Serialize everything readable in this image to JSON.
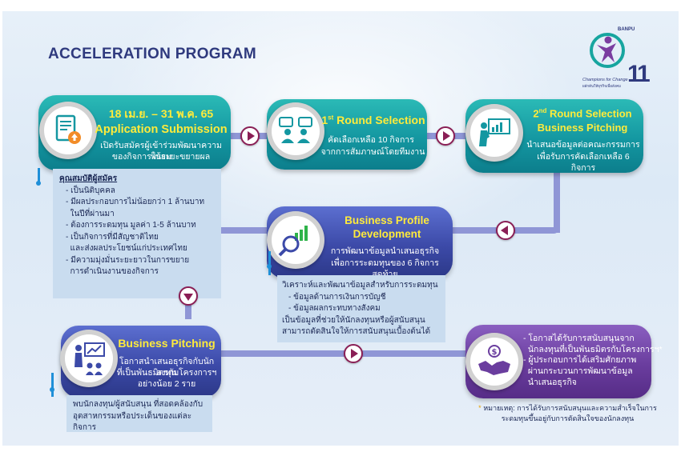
{
  "header": {
    "title": "ACCELERATION PROGRAM"
  },
  "logo": {
    "brand": "BANPU",
    "tagline": "Champions for Change",
    "tagline_th": "ผลักดันให้ธุรกิจเพื่อสังคม",
    "edition": "11"
  },
  "application": {
    "date": "18 เม.ย. – 31 พ.ค. 65",
    "title": "Application Submission",
    "desc_1": "เปิดรับสมัครผู้เข้าร่วมพัฒนาความพร้อม",
    "desc_2": "ของกิจการในระยะขยายผล",
    "icon": "document-upload-icon"
  },
  "qualifications": {
    "heading": "คุณสมบัติผู้สมัคร",
    "items": [
      "- เป็นนิติบุคคล",
      "- มีผลประกอบการไม่น้อยกว่า 1 ล้านบาท",
      "  ในปีที่ผ่านมา",
      "- ต้องการระดมทุน มูลค่า 1-5 ล้านบาท",
      "- เป็นกิจการที่มีสัญชาติไทย",
      "  และส่งผลประโยชน์แก่ประเทศไทย",
      "- มีความมุ่งมั่นระยะยาวในการขยาย",
      "  การดำเนินงานของกิจการ"
    ]
  },
  "round1": {
    "title_pre": "1",
    "title_sup": "st",
    "title_post": " Round Selection",
    "desc_1": "คัดเลือกเหลือ 10 กิจการ",
    "desc_2": "จากการสัมภาษณ์โดยทีมงาน",
    "icon": "interview-icon"
  },
  "round2": {
    "title_pre": "2",
    "title_sup": "nd",
    "title_post": " Round Selection",
    "title_2": "Business Pitching",
    "desc_1": "นำเสนอข้อมูลต่อคณะกรรมการ",
    "desc_2": "เพื่อรับการคัดเลือกเหลือ 6 กิจการ",
    "icon": "presentation-icon"
  },
  "profile": {
    "title_1": "Business Profile",
    "title_2": "Development",
    "desc_1": "การพัฒนาข้อมูลนำเสนอธุรกิจ",
    "desc_2": "เพื่อการระดมทุนของ 6 กิจการสุดท้าย",
    "icon": "analytics-magnifier-icon",
    "sub": [
      "วิเคราะห์และพัฒนาข้อมูลสำหรับการระดมทุน",
      "- ข้อมูลด้านการเงินการบัญชี",
      "- ข้อมูลผลกระทบทางสังคม",
      "เป็นข้อมูลที่ช่วยให้นักลงทุนหรือผู้สนับสนุน",
      "สามารถตัดสินใจให้การสนับสนุนเบื้องต้นได้"
    ]
  },
  "pitching": {
    "title": "Business Pitching",
    "desc_1": "โอกาสนำเสนอธุรกิจกับนักลงทุน",
    "desc_2": "ที่เป็นพันธมิตรกับโครงการฯ",
    "desc_3": "อย่างน้อย 2 ราย",
    "icon": "pitch-audience-icon",
    "sub_1": "พบนักลงทุน/ผู้สนับสนุน ที่สอดคล้องกับ",
    "sub_2": "อุตสาหกรรมหรือประเด็นของแต่ละกิจการ"
  },
  "support": {
    "icon": "handshake-money-icon",
    "items": [
      "- โอกาสได้รับการสนับสนุนจาก",
      "  นักลงทุนที่เป็นพันธมิตรกับโครงการฯ*",
      "- ผู้ประกอบการได้เสริมศักยภาพ",
      "  ผ่านกระบวนการพัฒนาข้อมูล",
      "  นำเสนอธุรกิจ"
    ],
    "note_1": "หมายเหตุ: การได้รับการสนับสนุนและความสำเร็จในการ",
    "note_2": "ระดมทุนขึ้นอยู่กับการตัดสินใจของนักลงทุน"
  },
  "colors": {
    "teal": "#1497a1",
    "blue": "#3c4aa8",
    "purple": "#6a3d9e",
    "heading_yellow": "#ffeb3b",
    "arrow": "#8a1e55",
    "title_navy": "#2f3a7e"
  }
}
